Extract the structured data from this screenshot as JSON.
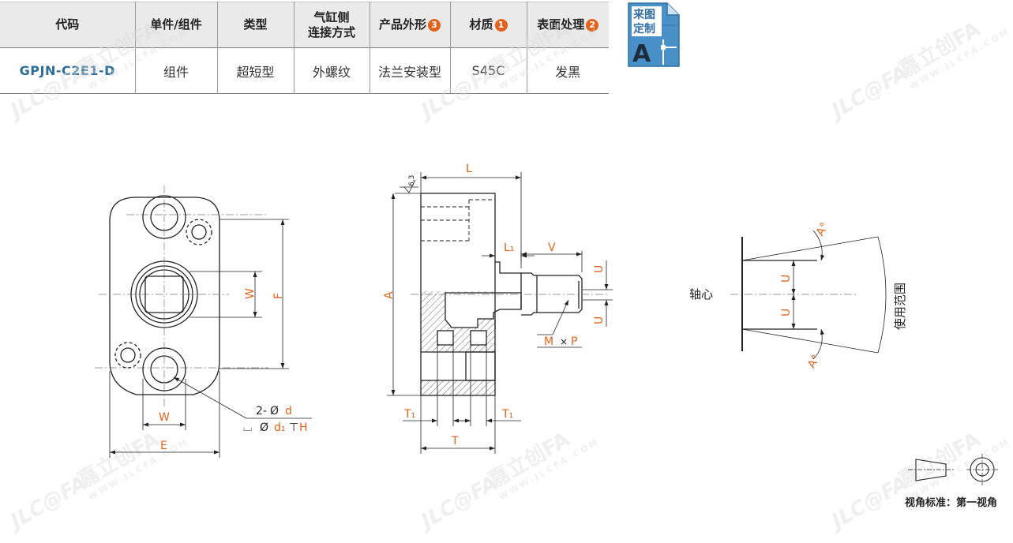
{
  "table": {
    "headers": [
      {
        "lines": [
          "代码"
        ],
        "badge": ""
      },
      {
        "lines": [
          "单件/组件"
        ],
        "badge": ""
      },
      {
        "lines": [
          "类型"
        ],
        "badge": ""
      },
      {
        "lines": [
          "气缸侧",
          "连接方式"
        ],
        "badge": ""
      },
      {
        "lines": [
          "产品外形"
        ],
        "badge": "3"
      },
      {
        "lines": [
          "材质"
        ],
        "badge": "1"
      },
      {
        "lines": [
          "表面处理"
        ],
        "badge": "2"
      }
    ],
    "row": [
      "GPJN-C2E1-D",
      "组件",
      "超短型",
      "外螺纹",
      "法兰安装型",
      "S45C",
      "发黑"
    ]
  },
  "doc_badge": {
    "line1": "来图",
    "line2": "定制",
    "letter": "A"
  },
  "front_view": {
    "dims": {
      "W_vertical": "W",
      "F": "F",
      "W_horizontal": "W",
      "E": "E"
    },
    "callout": {
      "line1_prefix": "2-",
      "line1_sym": "Ø",
      "line1_var": "d",
      "line2_cb": "⌴",
      "line2_sym": "Ø",
      "line2_var": "d₁",
      "line2_depth": "⊤",
      "line2_h": "H"
    }
  },
  "side_view": {
    "roughness": "6.3",
    "dims": {
      "L": "L",
      "L1": "L₁",
      "V": "V",
      "A": "A",
      "U_top": "U",
      "U_bottom": "U",
      "M": "M",
      "times": "×",
      "P": "P",
      "T1_left": "T₁",
      "T1_right": "T₁",
      "T": "T"
    }
  },
  "range_view": {
    "axis_label": "轴心",
    "range_label": "使用范围",
    "dims": {
      "A_top": "A°",
      "A_bottom": "A°",
      "U_top": "U",
      "U_bottom": "U"
    }
  },
  "projection": {
    "label": "视角标准：第一视角"
  },
  "watermark": {
    "brand": "JLC@FA",
    "cn": "嘉立创FA",
    "url": "WWW.JLCFA.COM"
  },
  "colors": {
    "accent_orange": "#e3621b",
    "code_blue": "#2e6e98",
    "icon_blue": "#4a90c8",
    "line": "#222222"
  }
}
